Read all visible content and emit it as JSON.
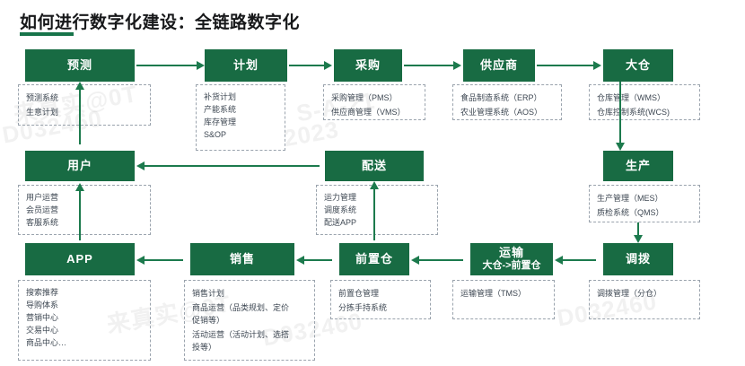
{
  "slide": {
    "title": "如何进行数字化建设：全链路数字化",
    "accent_color": "#17744a",
    "node_color": "#186b43",
    "arrow_color": "#1c7a4d",
    "panel_border_color": "#9aa3ad",
    "background": "#ffffff"
  },
  "watermarks": [
    {
      "text": "来真实@0T"
    },
    {
      "text": "D032460"
    },
    {
      "text": "S-A-21"
    },
    {
      "text": "2023"
    },
    {
      "text": "D032460"
    },
    {
      "text": "来真实@0T"
    },
    {
      "text": "D032460"
    }
  ],
  "nodes": {
    "forecast": {
      "label": "预测"
    },
    "plan": {
      "label": "计划"
    },
    "purchase": {
      "label": "采购"
    },
    "supplier": {
      "label": "供应商"
    },
    "warehouse": {
      "label": "大仓"
    },
    "production": {
      "label": "生产"
    },
    "transfer": {
      "label": "调拨"
    },
    "transport": {
      "label": "运输",
      "sub": "大仓->前置仓"
    },
    "frontwh": {
      "label": "前置仓"
    },
    "sales": {
      "label": "销售"
    },
    "app": {
      "label": "APP"
    },
    "user": {
      "label": "用户"
    },
    "delivery": {
      "label": "配送"
    }
  },
  "panels": {
    "forecast": {
      "items": [
        "预测系统",
        "生意计划"
      ]
    },
    "plan": {
      "items": [
        "补货计划",
        "产能系统",
        "库存管理",
        "S&OP"
      ]
    },
    "purchase": {
      "items": [
        "采购管理（PMS）",
        "供应商管理（VMS）"
      ]
    },
    "supplier": {
      "items": [
        "食品制造系统（ERP）",
        "农业管理系统（AOS）"
      ]
    },
    "warehouse": {
      "items": [
        "仓库管理（WMS）",
        "仓库控制系统(WCS)"
      ]
    },
    "production": {
      "items": [
        "生产管理（MES）",
        "质检系统（QMS）"
      ]
    },
    "transfer": {
      "items": [
        "调拨管理（分仓）"
      ]
    },
    "transport": {
      "items": [
        "运输管理（TMS）"
      ]
    },
    "frontwh": {
      "items": [
        "前置仓管理",
        "分拣手持系统"
      ]
    },
    "sales": {
      "items": [
        "销售计划",
        "商品运营（品类规划、定价\n促销等）",
        "活动运营（活动计划、选搭\n投等）"
      ]
    },
    "app": {
      "items": [
        "搜索推荐",
        "导购体系",
        "营销中心",
        "交易中心",
        "商品中心…"
      ]
    },
    "user": {
      "items": [
        "用户运营",
        "会员运营",
        "客服系统"
      ]
    },
    "delivery": {
      "items": [
        "运力管理",
        "调度系统",
        "配送APP"
      ]
    }
  }
}
